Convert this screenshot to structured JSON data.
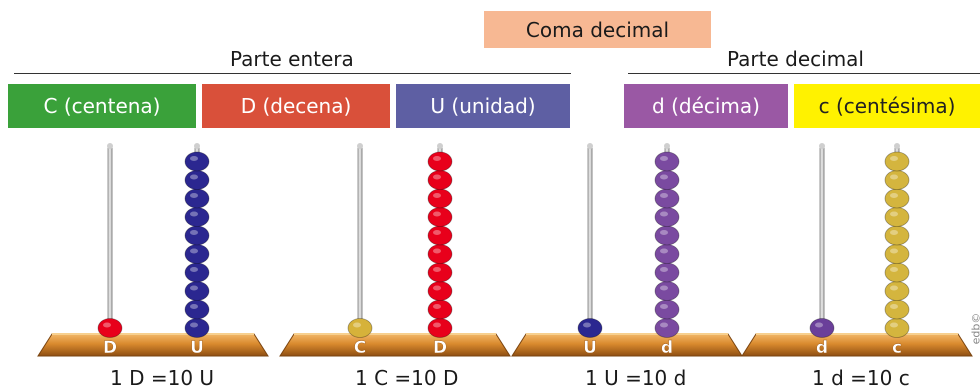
{
  "coma_decimal": "Coma decimal",
  "sections": {
    "entera": "Parte entera",
    "decimal": "Parte decimal"
  },
  "badges": [
    {
      "label": "C (centena)",
      "color": "#3aa13a",
      "text_color": "#ffffff"
    },
    {
      "label": "D (decena)",
      "color": "#d9503a",
      "text_color": "#ffffff"
    },
    {
      "label": "U (unidad)",
      "color": "#5e5fa3",
      "text_color": "#ffffff"
    },
    {
      "label": "d (décima)",
      "color": "#9a58a4",
      "text_color": "#ffffff"
    },
    {
      "label": "c (centésima)",
      "color": "#fff200",
      "text_color": "#222222"
    }
  ],
  "abacuses": [
    {
      "left_letter": "D",
      "right_letter": "U",
      "left_beads": 1,
      "right_beads": 10,
      "left_color": "#e8001b",
      "right_color": "#2b2790",
      "caption": "1 D =10 U"
    },
    {
      "left_letter": "C",
      "right_letter": "D",
      "left_beads": 1,
      "right_beads": 10,
      "left_color": "#d6b23a",
      "right_color": "#e8001b",
      "caption": "1 C =10 D"
    },
    {
      "left_letter": "U",
      "right_letter": "d",
      "left_beads": 1,
      "right_beads": 10,
      "left_color": "#2b2790",
      "right_color": "#7a4aa0",
      "caption": "1 U =10 d"
    },
    {
      "left_letter": "d",
      "right_letter": "c",
      "left_beads": 1,
      "right_beads": 10,
      "left_color": "#6a3f9a",
      "right_color": "#d4b53e",
      "caption": "1 d =10 c"
    }
  ],
  "copyright": "edb©"
}
